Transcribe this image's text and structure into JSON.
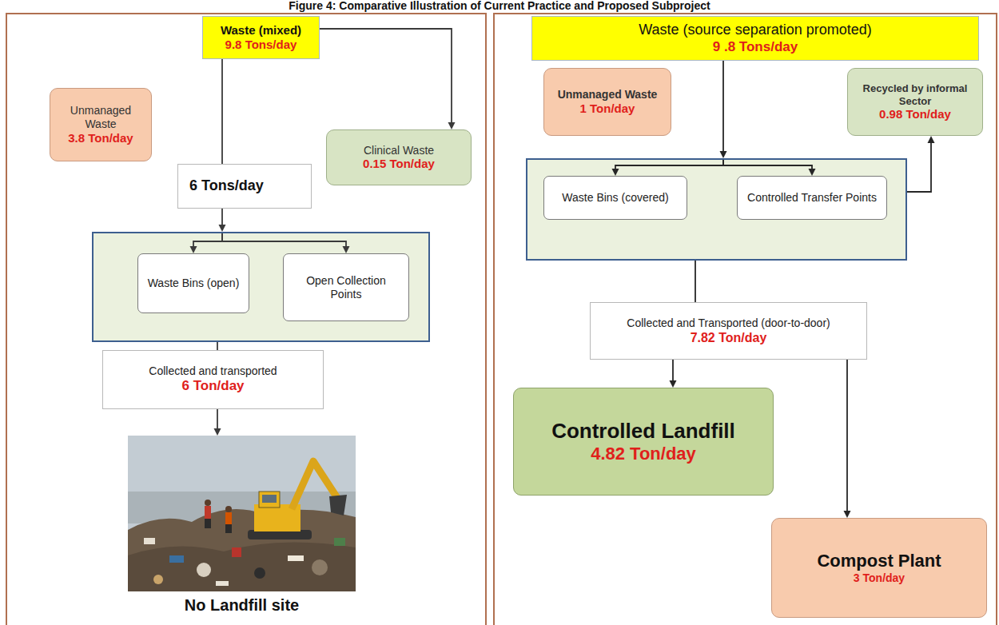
{
  "diagram": {
    "title": "Figure 4: Comparative Illustration of Current Practice and Proposed Subproject",
    "nodes": [
      {
        "text": [
          "Waste (mixed)",
          "9.8 Tons/day"
        ]
      },
      {
        "text": [
          "Unmanaged Waste",
          "3.8 Ton/day"
        ]
      },
      {
        "text": [
          "Clinical Waste",
          "0.15 Ton/day"
        ]
      },
      {
        "text": [
          "6 Tons/day"
        ]
      },
      {
        "text": []
      },
      {
        "text": [
          "Waste Bins (open)"
        ],
        "in": 4
      },
      {
        "text": [
          "Open Collection Points"
        ],
        "in": 4
      },
      {
        "text": [
          "Collected and transported",
          "6 Ton/day"
        ]
      },
      {
        "text": [
          "No Landfill site"
        ]
      },
      {
        "text": [
          "Waste (source separation promoted)",
          "9 .8 Tons/day"
        ]
      },
      {
        "text": [
          "Unmanaged Waste",
          "1 Ton/day"
        ]
      },
      {
        "text": [
          "Recycled by informal Sector",
          "0.98 Ton/day"
        ]
      },
      {
        "text": []
      },
      {
        "text": [
          "Waste Bins (covered)"
        ],
        "in": 12
      },
      {
        "text": [
          "Controlled Transfer Points"
        ],
        "in": 12
      },
      {
        "text": [
          "Collected and Transported (door-to-door)",
          "7.82 Ton/day"
        ]
      },
      {
        "text": [
          "Controlled Landfill",
          "4.82 Ton/day"
        ]
      },
      {
        "text": [
          "Compost Plant",
          "3 Ton/day"
        ]
      }
    ],
    "edges": [
      {
        "from": 0,
        "to": 3,
        "arrow": "none"
      },
      {
        "from": 0,
        "to": 2,
        "arrow": "to"
      },
      {
        "from": 3,
        "to": 4,
        "arrow": "to"
      },
      {
        "from": 4,
        "to": 5,
        "arrow": "to"
      },
      {
        "from": 4,
        "to": 6,
        "arrow": "to"
      },
      {
        "from": 4,
        "to": 7,
        "arrow": "none"
      },
      {
        "from": 7,
        "to": 8,
        "arrow": "to"
      },
      {
        "from": 9,
        "to": 12,
        "arrow": "to"
      },
      {
        "from": 12,
        "to": 13,
        "arrow": "to"
      },
      {
        "from": 12,
        "to": 14,
        "arrow": "to"
      },
      {
        "from": 12,
        "to": 11,
        "arrow": "to"
      },
      {
        "from": 12,
        "to": 15,
        "arrow": "none"
      },
      {
        "from": 15,
        "to": 16,
        "arrow": "to"
      },
      {
        "from": 15,
        "to": 17,
        "arrow": "to"
      }
    ]
  }
}
